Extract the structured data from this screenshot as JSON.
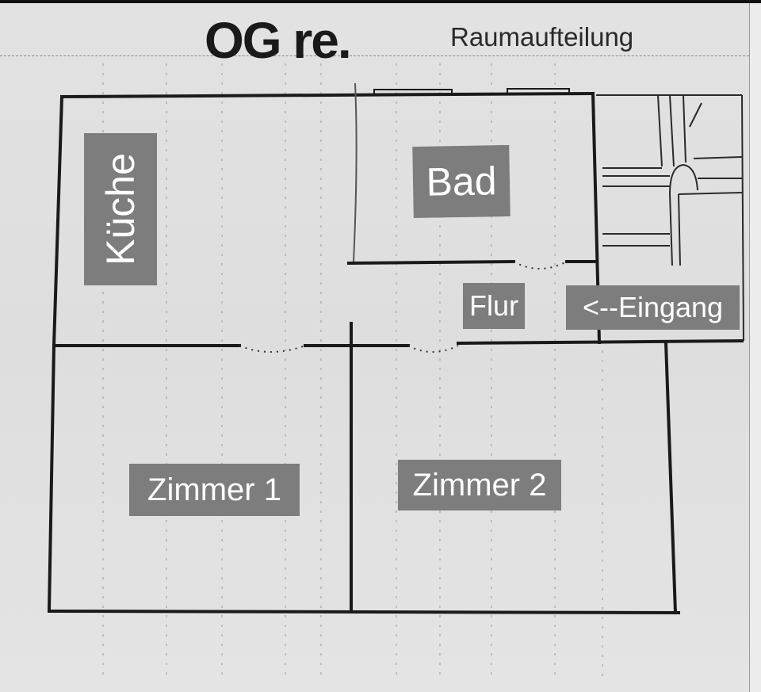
{
  "header": {
    "title": "OG re.",
    "subtitle": "Raumaufteilung"
  },
  "rooms": {
    "kueche": "Küche",
    "bad": "Bad",
    "flur": "Flur",
    "eingang": "<--Eingang",
    "zimmer1": "Zimmer 1",
    "zimmer2": "Zimmer 2"
  },
  "colors": {
    "label_background": "#7d7d7d",
    "label_text": "#ffffff",
    "wall": "#1a1a1a",
    "paper": "#e0e0e0"
  }
}
